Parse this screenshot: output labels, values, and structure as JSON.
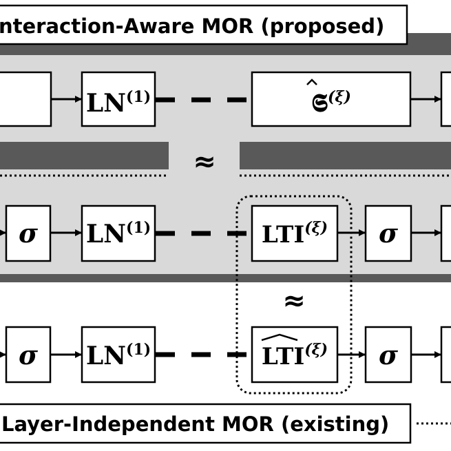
{
  "titles": {
    "top": "nteraction-Aware MOR (proposed)",
    "bottom": "Layer-Independent MOR (existing)"
  },
  "rows": {
    "row1": {
      "ln_base": "LN",
      "ln_sup": "(1)",
      "s_hat_base": "𝕾",
      "s_hat_sup": "(ξ)"
    },
    "row2": {
      "sigma": "σ",
      "ln_base": "LN",
      "ln_sup": "(1)",
      "lti_base": "LTI",
      "lti_sup": "(ξ)",
      "sigma_right": "σ"
    },
    "row3": {
      "sigma": "σ",
      "ln_base": "LN",
      "ln_sup": "(1)",
      "lti_hat_base": "LTI",
      "lti_hat_sup": "(ξ)",
      "sigma_right": "σ"
    }
  },
  "approx_symbol": "≈",
  "colors": {
    "panel_fill": "#d9d9d9",
    "band_fill": "#595959",
    "box_fill": "#ffffff",
    "stroke": "#000000"
  }
}
